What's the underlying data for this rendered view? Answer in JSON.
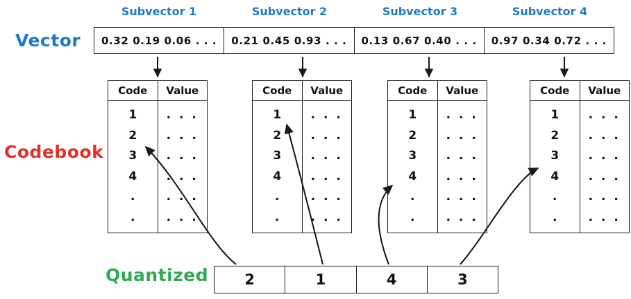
{
  "labels": {
    "vector": "Vector",
    "codebook": "Codebook",
    "quantized": "Quantized"
  },
  "colors": {
    "vector_label": "#2079c7",
    "codebook_label": "#e0312a",
    "quantized_label": "#32a852",
    "stroke": "#1a1a1a"
  },
  "subvector_captions": [
    "Subvector 1",
    "Subvector 2",
    "Subvector 3",
    "Subvector 4"
  ],
  "vector": {
    "cells": [
      "0.32  0.19  0.06 . . .",
      "0.21  0.45  0.93 . . .",
      "0.13  0.67  0.40 . . .",
      "0.97  0.34  0.72 . . ."
    ]
  },
  "codebooks": [
    {
      "header": {
        "code": "Code",
        "value": "Value"
      },
      "codes": [
        "1",
        "2",
        "3",
        "4",
        ".",
        "."
      ],
      "values": [
        ". . .",
        ". . .",
        ". . .",
        ". . .",
        ". . .",
        ". . ."
      ],
      "selected_code": "2"
    },
    {
      "header": {
        "code": "Code",
        "value": "Value"
      },
      "codes": [
        "1",
        "2",
        "3",
        "4",
        ".",
        "."
      ],
      "values": [
        ". . .",
        ". . .",
        ". . .",
        ". . .",
        ". . .",
        ". . ."
      ],
      "selected_code": "1"
    },
    {
      "header": {
        "code": "Code",
        "value": "Value"
      },
      "codes": [
        "1",
        "2",
        "3",
        "4",
        ".",
        "."
      ],
      "values": [
        ". . .",
        ". . .",
        ". . .",
        ". . .",
        ". . .",
        ". . ."
      ],
      "selected_code": "4"
    },
    {
      "header": {
        "code": "Code",
        "value": "Value"
      },
      "codes": [
        "1",
        "2",
        "3",
        "4",
        ".",
        "."
      ],
      "values": [
        ". . .",
        ". . .",
        ". . .",
        ". . .",
        ". . .",
        ". . ."
      ],
      "selected_code": "3"
    }
  ],
  "quantized": {
    "cells": [
      "2",
      "1",
      "4",
      "3"
    ]
  }
}
